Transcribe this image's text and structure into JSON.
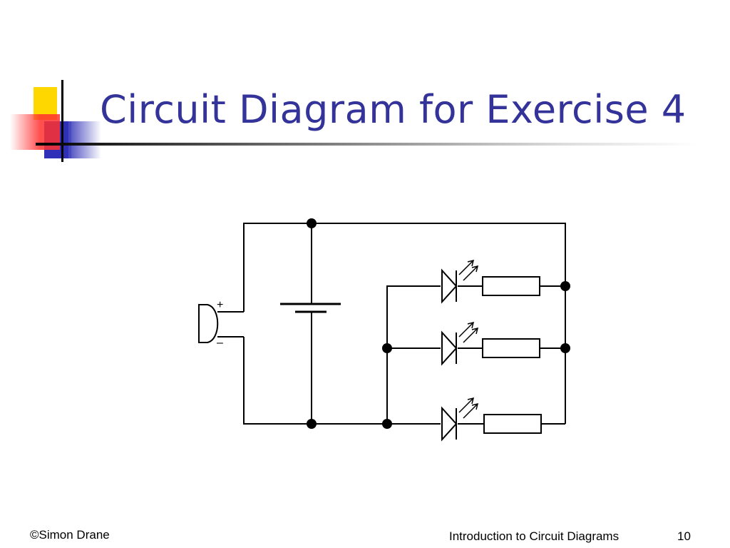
{
  "slide": {
    "title": "Circuit Diagram for Exercise 4",
    "footer_left": "©Simon Drane",
    "footer_center": "Introduction to Circuit Diagrams",
    "page_number": "10"
  },
  "colors": {
    "title": "#333399",
    "logo_yellow": "#ffd700",
    "logo_blue": "#2f2fb8",
    "logo_red": "#ff3030"
  },
  "circuit": {
    "components": [
      "buzzer",
      "cell",
      "led",
      "led",
      "led",
      "resistor",
      "resistor",
      "resistor"
    ],
    "buzzer_terminals": {
      "positive": "+",
      "negative": "–"
    }
  }
}
